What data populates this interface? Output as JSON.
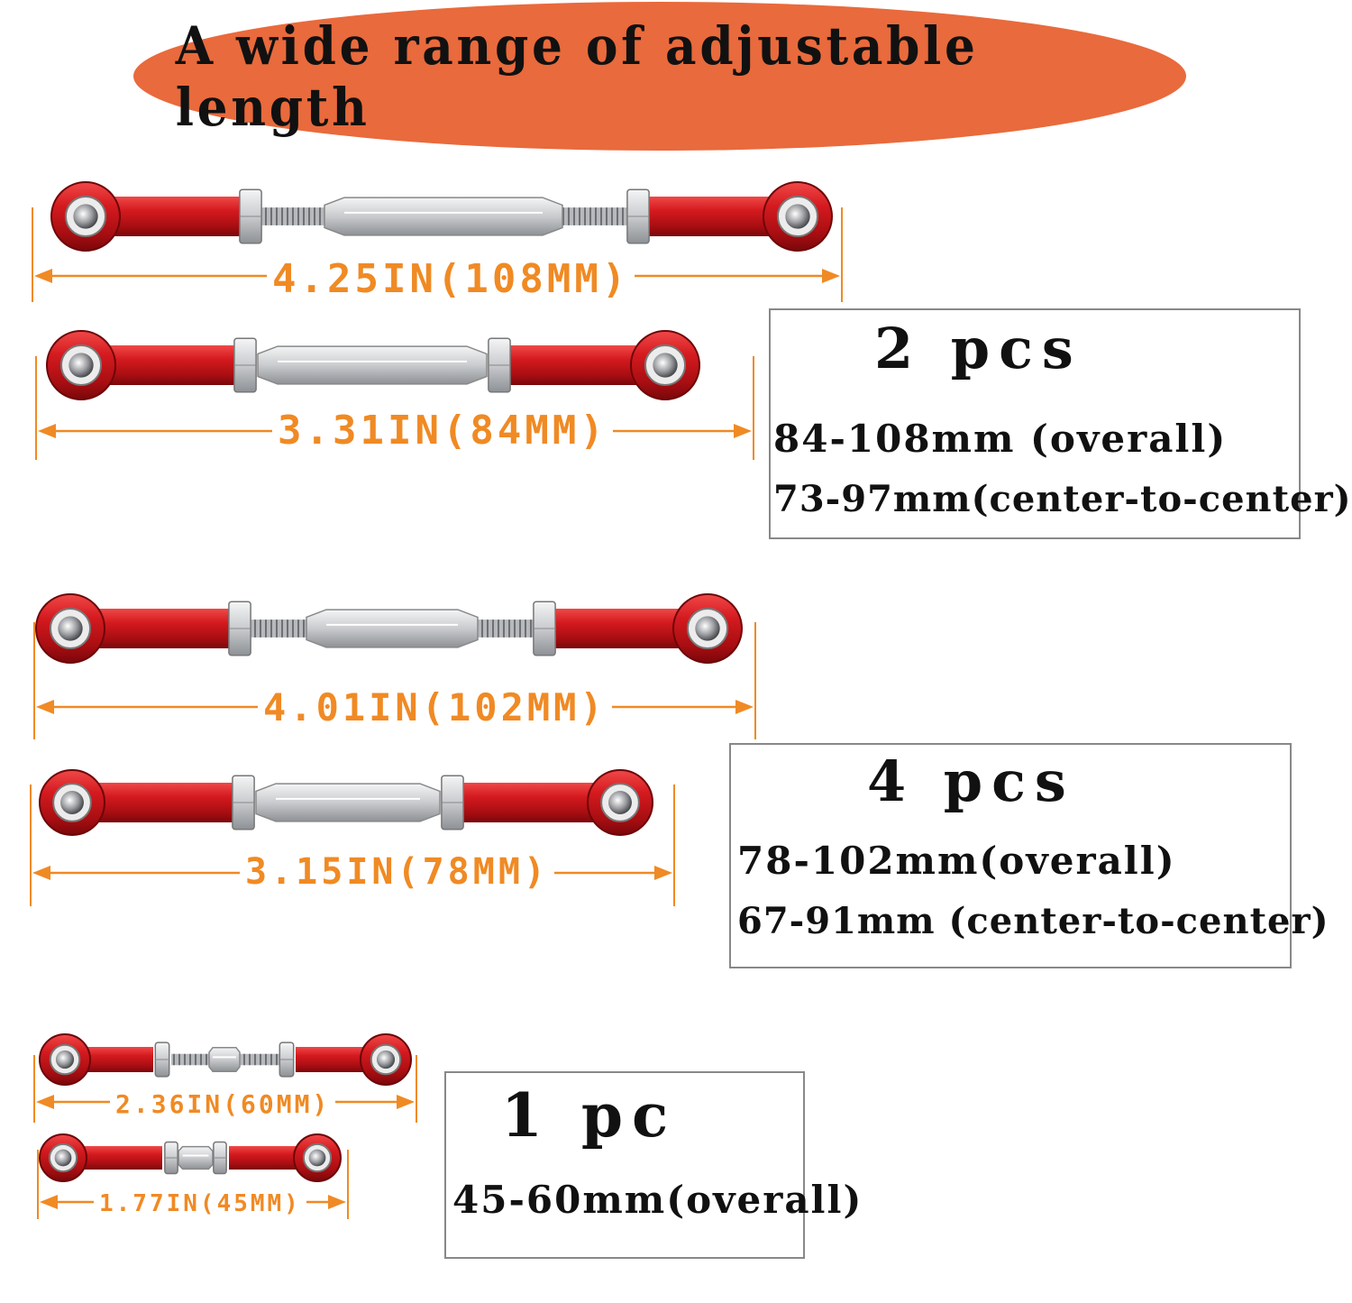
{
  "banner": {
    "title": "A wide range of adjustable length",
    "color": "#e96a3c"
  },
  "colors": {
    "rod": "#c8161c",
    "dimension": "#f08a24",
    "metal": "#d9dadc"
  },
  "groups": [
    {
      "quantity": "2 pcs",
      "specs": [
        "84-108mm (overall)",
        "73-97mm(center-to-center)"
      ],
      "rods": [
        {
          "dimension": "4.25IN(108MM)"
        },
        {
          "dimension": "3.31IN(84MM)"
        }
      ]
    },
    {
      "quantity": "4 pcs",
      "specs": [
        "78-102mm(overall)",
        "67-91mm (center-to-center)"
      ],
      "rods": [
        {
          "dimension": "4.01IN(102MM)"
        },
        {
          "dimension": "3.15IN(78MM)"
        }
      ]
    },
    {
      "quantity": "1 pc",
      "specs": [
        "45-60mm(overall)"
      ],
      "rods": [
        {
          "dimension": "2.36IN(60MM)"
        },
        {
          "dimension": "1.77IN(45MM)"
        }
      ]
    }
  ]
}
